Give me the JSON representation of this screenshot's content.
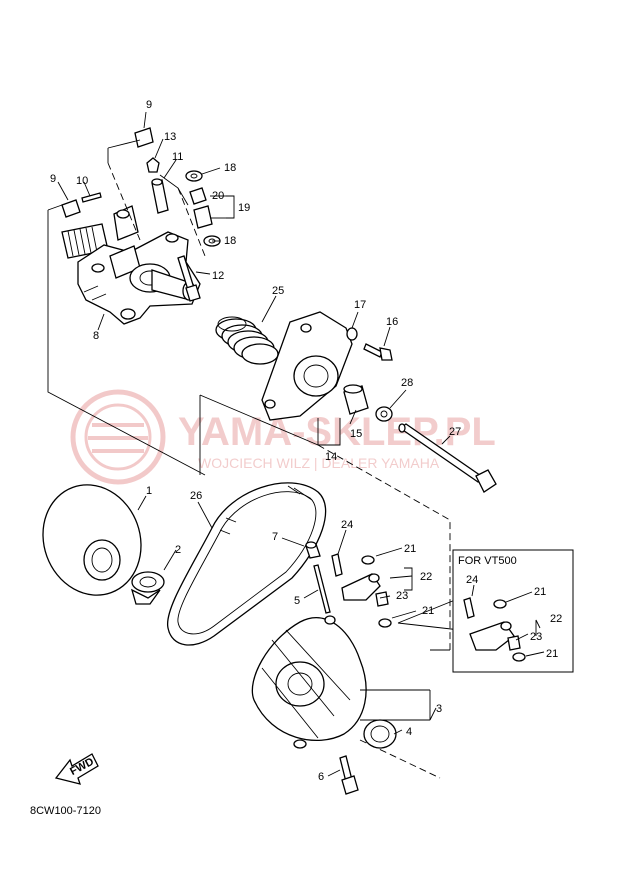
{
  "diagram": {
    "code": "8CW100-7120",
    "fwd_label": "FWD",
    "inset_title": "FOR VT500",
    "watermark": {
      "main": "YAMA-SKLEP.PL",
      "sub": "WOJCIECH WILZ | DEALER YAMAHA"
    },
    "callouts": {
      "c1": "1",
      "c2": "2",
      "c3": "3",
      "c4": "4",
      "c5": "5",
      "c6": "6",
      "c7": "7",
      "c8": "8",
      "c9a": "9",
      "c9b": "9",
      "c10": "10",
      "c11": "11",
      "c12": "12",
      "c13": "13",
      "c14": "14",
      "c15": "15",
      "c16": "16",
      "c17": "17",
      "c18a": "18",
      "c18b": "18",
      "c19": "19",
      "c20": "20",
      "c21a": "21",
      "c21b": "21",
      "c22": "22",
      "c23": "23",
      "c24": "24",
      "c25": "25",
      "c26": "26",
      "c27": "27",
      "c28": "28",
      "i24": "24",
      "i21a": "21",
      "i22": "22",
      "i23": "23",
      "i21b": "21"
    }
  }
}
